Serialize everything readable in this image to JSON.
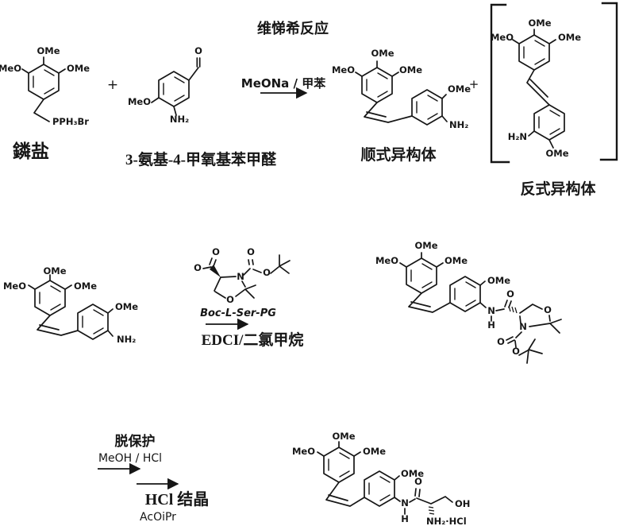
{
  "colors": {
    "ink": "#161616",
    "background": "#ffffff"
  },
  "step1": {
    "reaction_name": "维悌希反应",
    "conditions": "MeONa / 甲苯",
    "plus_left": "+",
    "plus_right": "+",
    "phosphonium": {
      "caption": "鏻盐",
      "ome_top": "OMe",
      "meo_left": "MeO",
      "ome_right": "OMe",
      "phosphonium_group": "PPH₃Br"
    },
    "aldehyde": {
      "caption": "3-氨基-4-甲氧基苯甲醛",
      "carbonyl_o": "O",
      "meo_left": "MeO",
      "amine": "NH₂"
    },
    "cis_isomer": {
      "caption": "顺式异构体",
      "ome_top": "OMe",
      "meo_left": "MeO",
      "ome_right": "OMe",
      "ome_aryl": "OMe",
      "amine": "NH₂"
    },
    "trans_isomer": {
      "caption": "反式异构体",
      "ome_top": "OMe",
      "meo_left": "MeO",
      "ome_right": "OMe",
      "amine": "H₂N",
      "ome_bottom": "OMe"
    }
  },
  "step2": {
    "start_material": {
      "ome_top": "OMe",
      "meo_left": "MeO",
      "ome_right": "OMe",
      "ome_aryl": "OMe",
      "amine": "NH₂"
    },
    "reagent": {
      "caption": "Boc-L-Ser-PG",
      "acid_o_single": "O",
      "acid_o_double": "O",
      "ring_n": "N",
      "ring_o": "O",
      "boc_o_double": "O",
      "boc_o_ester": "O"
    },
    "conditions": "EDCI/二氯甲烷",
    "product": {
      "ome_top": "OMe",
      "meo_left": "MeO",
      "ome_right": "OMe",
      "ome_aryl": "OMe",
      "amide_n": "N",
      "amide_h": "H",
      "amide_o": "O",
      "ring_o": "O",
      "ring_n": "N",
      "boc_o_double": "O",
      "boc_o_ester": "O"
    }
  },
  "step3": {
    "deprotection_label": "脱保护",
    "deprotection_conditions": "MeOH / HCl",
    "crystallization_label": "HCl 结晶",
    "crystallization_solvent": "AcOiPr",
    "product": {
      "ome_top": "OMe",
      "meo_left": "MeO",
      "ome_right": "OMe",
      "ome_aryl": "OMe",
      "amide_n": "N",
      "amide_h": "H",
      "amide_o": "O",
      "hydroxyl": "OH",
      "amine_salt": "NH₂·HCl"
    }
  }
}
